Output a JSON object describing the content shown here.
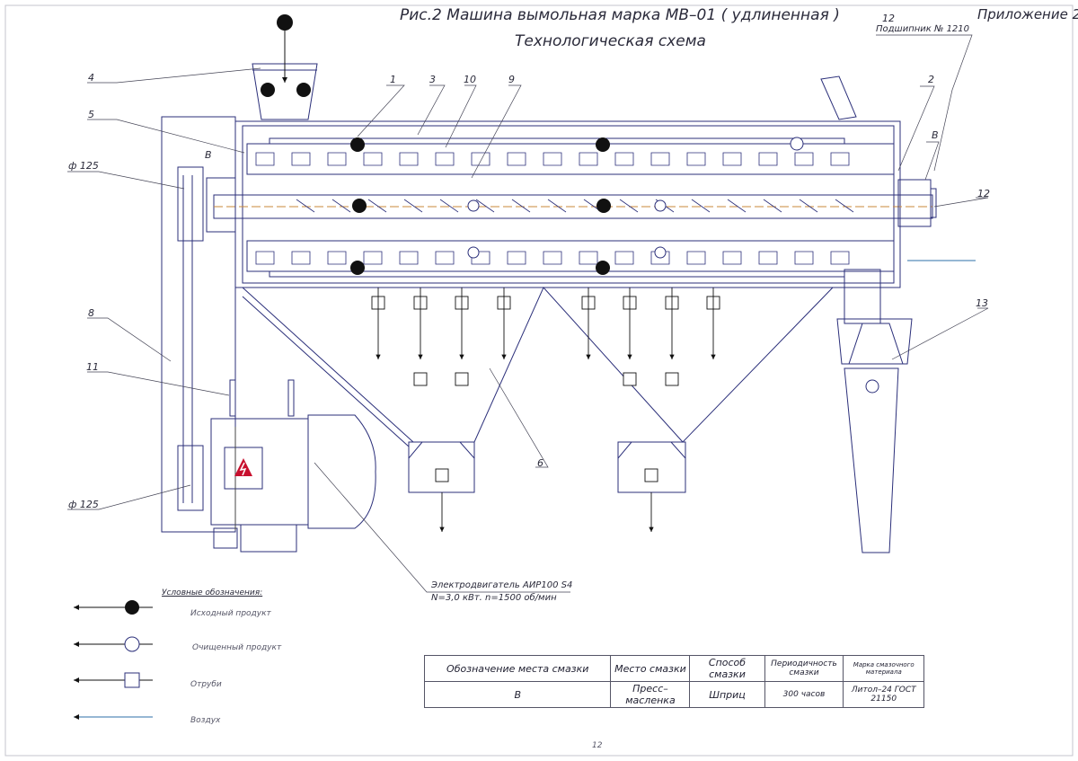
{
  "title_line1": "Рис.2  Машина  вымольная  марка  МВ–01  ( удлиненная )",
  "title_line2": "Технологическая  схема",
  "appendix": "Приложение  2",
  "bearing_label": "Подшипник  № 1210",
  "callouts": {
    "n1": "1",
    "n2": "2",
    "n3": "3",
    "n4": "4",
    "n5": "5",
    "n6": "6",
    "n8": "8",
    "n9": "9",
    "n10": "10",
    "n11": "11",
    "n12a": "12",
    "n12b": "12",
    "n13": "13",
    "b_left": "В",
    "b_right": "В",
    "d125_top": "ф 125",
    "d125_bottom": "ф 125"
  },
  "motor": {
    "line1": "Электродвигатель  АИР100 S4",
    "line2": "N=3,0 кВт. n=1500 об/мин"
  },
  "legend": {
    "heading": "Условные  обозначения:",
    "items": [
      {
        "label": "Исходный  продукт",
        "icon": "filled-circle-arrow"
      },
      {
        "label": "Очищенный  продукт",
        "icon": "open-circle-arrow"
      },
      {
        "label": "Отруби",
        "icon": "square-arrow"
      },
      {
        "label": "Воздух",
        "icon": "blue-line-arrow"
      }
    ]
  },
  "lube_table": {
    "headers": [
      "Обозначение  места  смазки",
      "Место  смазки",
      "Способ  смазки",
      "Периодичность  смазки",
      "Марка  смазочного  материала"
    ],
    "row": [
      "В",
      "Пресс–масленка",
      "Шприц",
      "300  часов",
      "Литол–24  ГОСТ 21150"
    ]
  },
  "page_number": "12",
  "colors": {
    "line": "#2b2f7a",
    "dark": "#222233",
    "flow": "#111111",
    "axis": "#c98a3a",
    "air": "#2c6fa8",
    "hazard": "#c8102e"
  }
}
